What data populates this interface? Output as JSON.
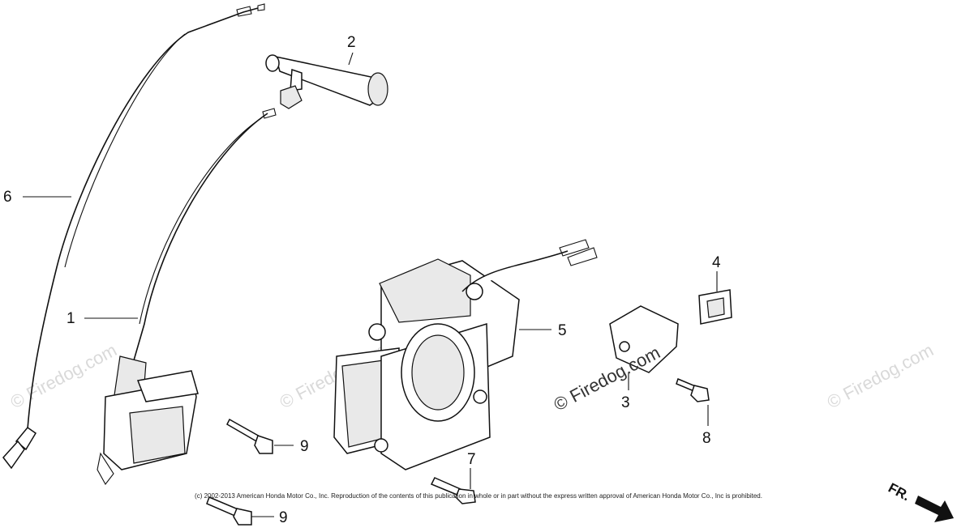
{
  "callouts": {
    "c1": "1",
    "c2": "2",
    "c3": "3",
    "c4": "4",
    "c5": "5",
    "c6": "6",
    "c7": "7",
    "c8": "8",
    "c9a": "9",
    "c9b": "9"
  },
  "watermark": {
    "text": "© Firedog.com",
    "center_text": "© Firedog.com"
  },
  "copyright": "(c) 2002-2013 American Honda Motor Co., Inc. Reproduction of the contents of this publication in whole or in part without the express written approval of American Honda Motor Co., Inc is prohibited.",
  "direction": {
    "label": "FR."
  }
}
